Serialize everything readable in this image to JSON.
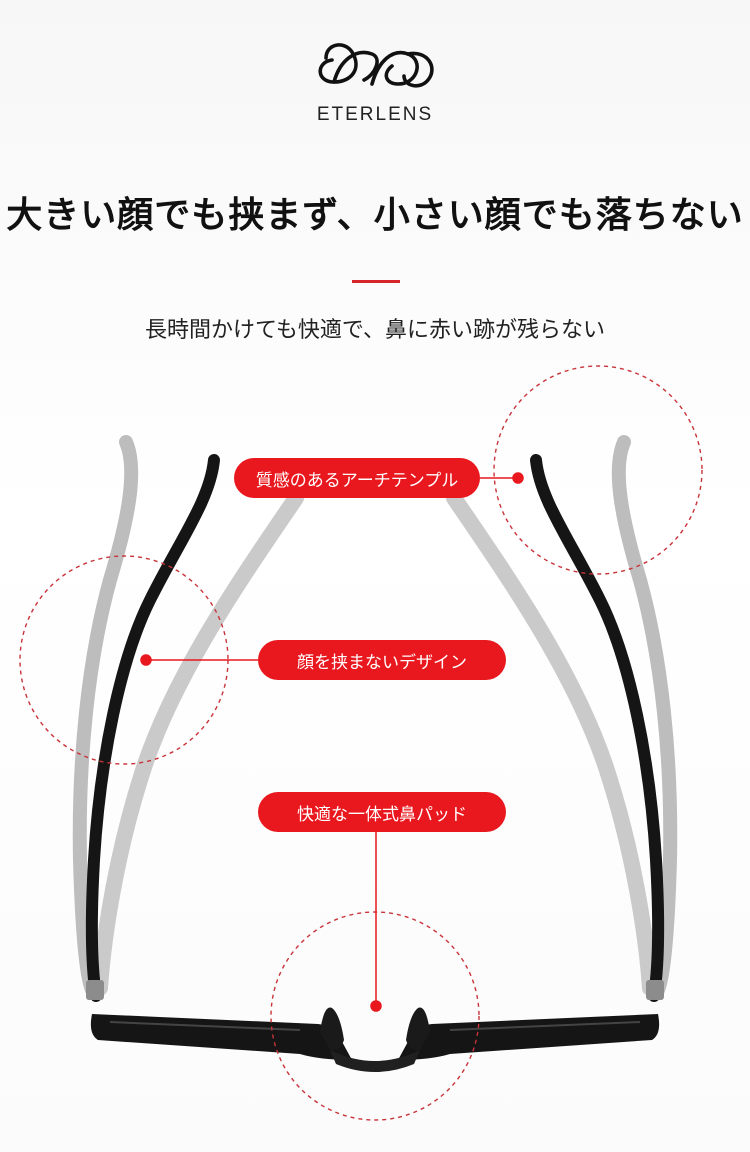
{
  "brand": {
    "name": "ETERLENS",
    "logo_icon": "eterlens-monogram-logo"
  },
  "headline": "大きい顔でも挟まず、小さい顔でも落ちない",
  "subline": "長時間かけても快適で、鼻に赤い跡が残らない",
  "callouts": {
    "temple": "質感のあるアーチテンプル",
    "design": "顔を挟まないデザイン",
    "nosepad": "快適な一体式鼻パッド"
  },
  "colors": {
    "accent": "#e8181e",
    "frame": "#151515",
    "temple_gray": "#b8b8b8",
    "text": "#111111"
  }
}
